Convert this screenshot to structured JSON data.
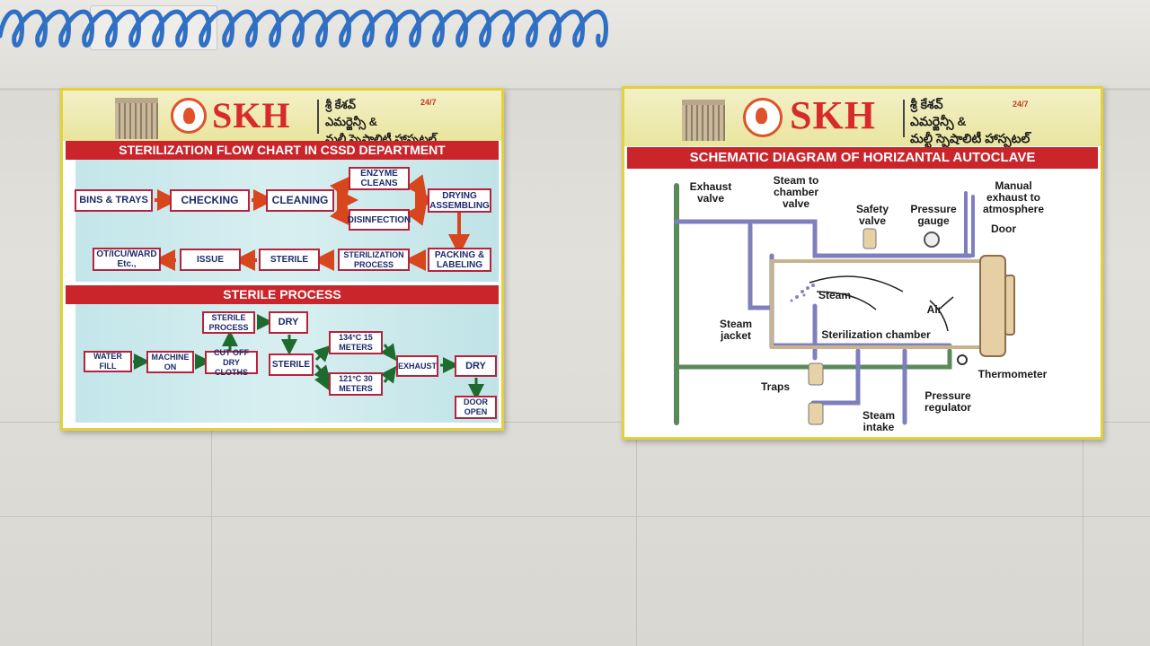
{
  "poster_left": {
    "brand": "SKH",
    "telugu_line1": "శ్రీ కేశవ్",
    "telugu_line2": "ఎమర్జెన్సీ &",
    "telugu_line3": "మల్టీ స్పెషాలిటీ హాస్పటల్",
    "badge": "24/7",
    "title": "STERILIZATION FLOW CHART IN CSSD DEPARTMENT",
    "flow": {
      "bins_trays": "BINS & TRAYS",
      "checking": "CHECKING",
      "cleaning": "CLEANING",
      "enzyme_cleans": "ENZYME CLEANS",
      "disinfection": "DISINFECTION",
      "drying_assembling": "DRYING ASSEMBLING",
      "packing_labeling": "PACKING & LABELING",
      "sterilization_process": "STERILIZATION PROCESS",
      "sterile": "STERILE",
      "issue": "ISSUE",
      "ot_icu_ward": "OT/ICU/WARD Etc.,"
    },
    "sterile_title": "STERILE PROCESS",
    "process": {
      "water_fill": "WATER FILL",
      "machine_on": "MACHINE ON",
      "cut_off": "CUT OFF DRY CLOTHS",
      "sterile_process": "STERILE PROCESS",
      "dry1": "DRY",
      "sterile": "STERILE",
      "t134": "134°C 15 METERS",
      "t121": "121°C 30 METERS",
      "exhaust": "EXHAUST",
      "dry2": "DRY",
      "door_open": "DOOR OPEN"
    }
  },
  "poster_right": {
    "brand": "SKH",
    "telugu_line1": "శ్రీ కేశవ్",
    "telugu_line2": "ఎమర్జెన్సీ &",
    "telugu_line3": "మల్టీ స్పెషాలిటీ హాస్పటల్",
    "badge": "24/7",
    "title": "SCHEMATIC DIAGRAM OF HORIZANTAL AUTOCLAVE",
    "labels": {
      "exhaust_valve": "Exhaust valve",
      "steam_to_chamber": "Steam to chamber valve",
      "safety_valve": "Safety valve",
      "pressure_gauge": "Pressure gauge",
      "manual_exhaust": "Manual exhaust to atmosphere",
      "door": "Door",
      "steam": "Steam",
      "air": "Air",
      "steam_jacket": "Steam jacket",
      "sterilization_chamber": "Sterilization chamber",
      "thermometer": "Thermometer",
      "traps": "Traps",
      "pressure_regulator": "Pressure regulator",
      "steam_intake": "Steam intake"
    }
  },
  "colors": {
    "poster_border": "#e4d13a",
    "red_bar": "#c9252b",
    "box_border": "#b5243d",
    "box_text": "#1c2a6b",
    "panel": "#c8e8ec",
    "pipe_green": "#5b8a5a",
    "pipe_purple": "#7f7fbf",
    "cord_blue": "#2f6fc4"
  }
}
